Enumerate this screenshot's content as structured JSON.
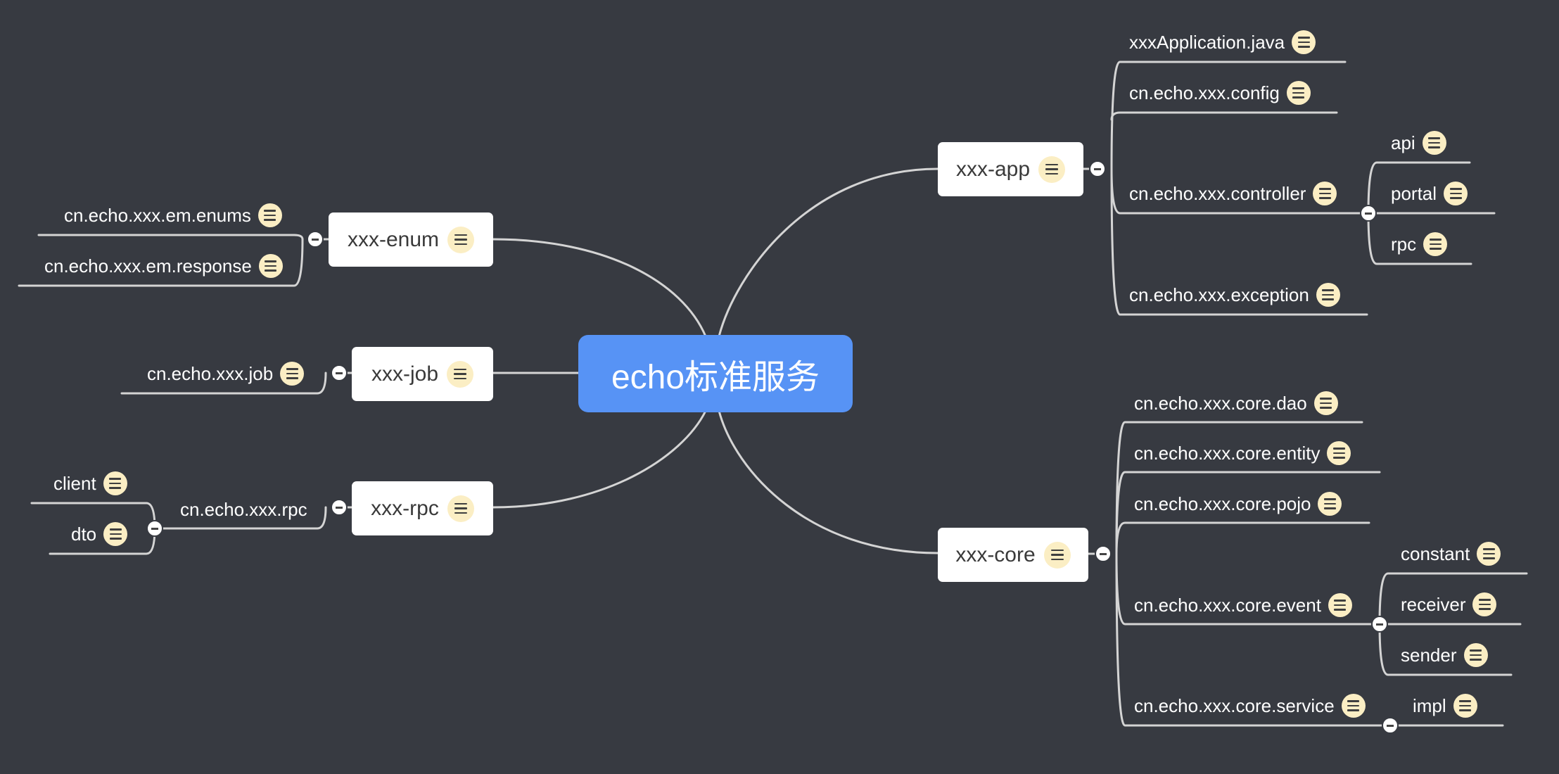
{
  "central_topic": "echo标准服务",
  "branches": {
    "app": {
      "label": "xxx-app",
      "children": {
        "application": "xxxApplication.java",
        "config": "cn.echo.xxx.config",
        "controller": "cn.echo.xxx.controller",
        "controller_children": [
          "api",
          "portal",
          "rpc"
        ],
        "exception": "cn.echo.xxx.exception"
      }
    },
    "core": {
      "label": "xxx-core",
      "children": {
        "dao": "cn.echo.xxx.core.dao",
        "entity": "cn.echo.xxx.core.entity",
        "pojo": "cn.echo.xxx.core.pojo",
        "event": "cn.echo.xxx.core.event",
        "event_children": [
          "constant",
          "receiver",
          "sender"
        ],
        "service": "cn.echo.xxx.core.service",
        "service_children": [
          "impl"
        ]
      }
    },
    "enum": {
      "label": "xxx-enum",
      "children": [
        "cn.echo.xxx.em.enums",
        "cn.echo.xxx.em.response"
      ]
    },
    "job": {
      "label": "xxx-job",
      "children": [
        "cn.echo.xxx.job"
      ]
    },
    "rpc": {
      "label": "xxx-rpc",
      "children": {
        "package": "cn.echo.xxx.rpc",
        "package_children": [
          "client",
          "dto"
        ]
      }
    }
  },
  "colors": {
    "background": "#373a41",
    "central_topic": "#5793f5",
    "note_icon": "#fbeec4",
    "connector": "#d4d4d4"
  }
}
